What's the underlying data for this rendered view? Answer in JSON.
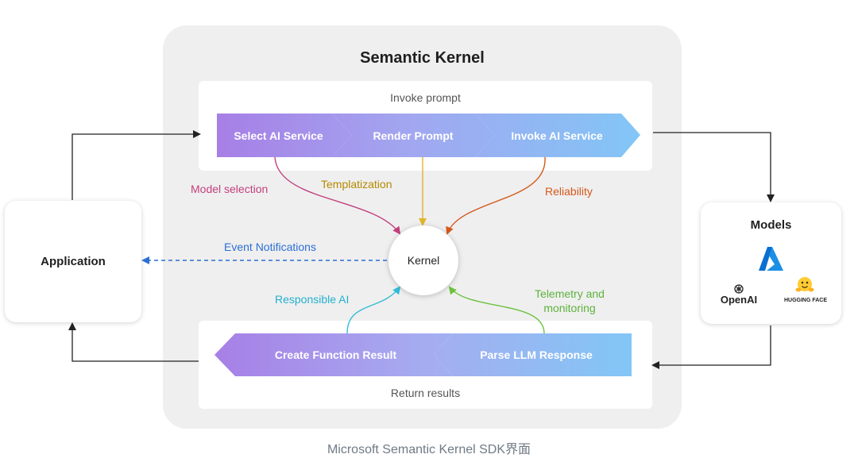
{
  "title": "Semantic Kernel",
  "invoke_box": {
    "label": "Invoke prompt",
    "steps": [
      "Select AI Service",
      "Render Prompt",
      "Invoke AI Service"
    ]
  },
  "return_box": {
    "label": "Return results",
    "steps": [
      "Create Function Result",
      "Parse LLM Response"
    ]
  },
  "application": {
    "label": "Application"
  },
  "models": {
    "label": "Models",
    "providers": {
      "openai": "OpenAI",
      "huggingface": "HUGGING FACE"
    }
  },
  "kernel": {
    "label": "Kernel"
  },
  "connectors": {
    "model_selection": "Model selection",
    "templatization": "Templatization",
    "reliability": "Reliability",
    "event_notifications": "Event Notifications",
    "responsible_ai": "Responsible AI",
    "telemetry": "Telemetry and monitoring"
  },
  "colors": {
    "model_selection": "#c2407d",
    "templatization": "#b58900",
    "reliability": "#d5581b",
    "event_notifications": "#2b6fd6",
    "responsible_ai": "#22b0cf",
    "telemetry": "#5db33c"
  },
  "caption": "Microsoft Semantic Kernel SDK界面"
}
